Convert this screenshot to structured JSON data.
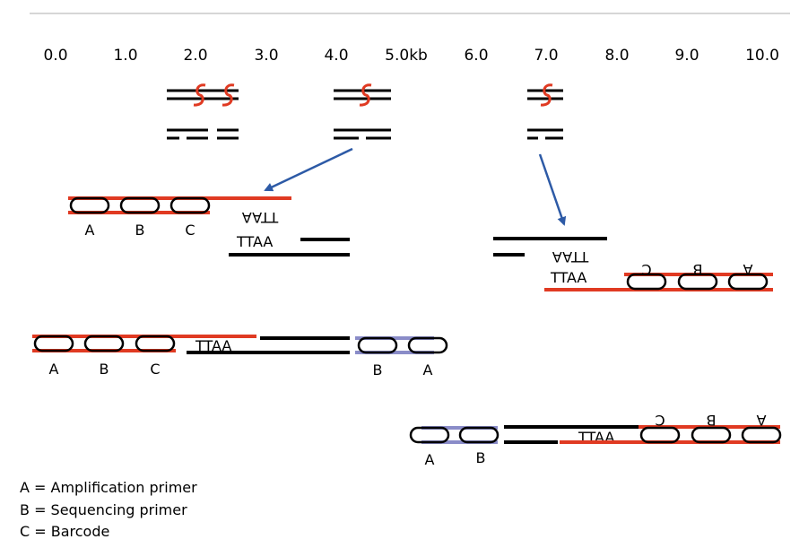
{
  "scale": {
    "ticks": [
      "0.0",
      "1.0",
      "2.0",
      "3.0",
      "4.0",
      "5.0kb",
      "6.0",
      "7.0",
      "8.0",
      "9.0",
      "10.0"
    ]
  },
  "labels": {
    "primer_a": "A",
    "primer_b": "B",
    "barcode_c": "C",
    "site": "TTAA"
  },
  "legend": [
    "A = Amplification primer",
    "B = Sequencing primer",
    "C = Barcode"
  ],
  "colors": {
    "adapter_red": "#e03a22",
    "adapter_blue": "#8a8cc8",
    "arrow_blue": "#2d5aa6",
    "dna_black": "#000000"
  }
}
